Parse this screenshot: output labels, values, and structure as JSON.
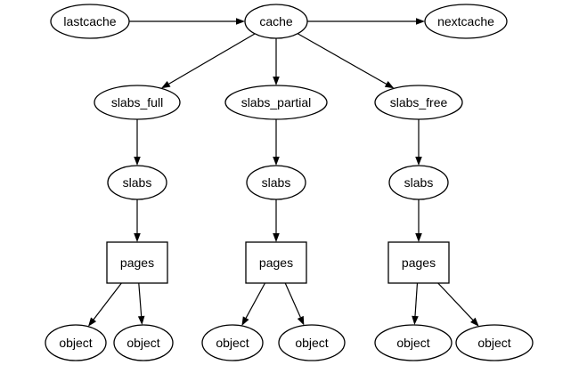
{
  "nodes": [
    {
      "id": "lastcache",
      "label": "lastcache",
      "shape": "ellipse"
    },
    {
      "id": "cache",
      "label": "cache",
      "shape": "ellipse"
    },
    {
      "id": "nextcache",
      "label": "nextcache",
      "shape": "ellipse"
    },
    {
      "id": "slabs_full",
      "label": "slabs_full",
      "shape": "ellipse"
    },
    {
      "id": "slabs_partial",
      "label": "slabs_partial",
      "shape": "ellipse"
    },
    {
      "id": "slabs_free",
      "label": "slabs_free",
      "shape": "ellipse"
    },
    {
      "id": "slabs_1",
      "label": "slabs",
      "shape": "ellipse"
    },
    {
      "id": "slabs_2",
      "label": "slabs",
      "shape": "ellipse"
    },
    {
      "id": "slabs_3",
      "label": "slabs",
      "shape": "ellipse"
    },
    {
      "id": "pages_1",
      "label": "pages",
      "shape": "box"
    },
    {
      "id": "pages_2",
      "label": "pages",
      "shape": "box"
    },
    {
      "id": "pages_3",
      "label": "pages",
      "shape": "box"
    },
    {
      "id": "object_1",
      "label": "object",
      "shape": "ellipse"
    },
    {
      "id": "object_2",
      "label": "object",
      "shape": "ellipse"
    },
    {
      "id": "object_3",
      "label": "object",
      "shape": "ellipse"
    },
    {
      "id": "object_4",
      "label": "object",
      "shape": "ellipse"
    },
    {
      "id": "object_5",
      "label": "object",
      "shape": "ellipse"
    },
    {
      "id": "object_6",
      "label": "object",
      "shape": "ellipse"
    }
  ],
  "edges": [
    {
      "from": "lastcache",
      "to": "cache"
    },
    {
      "from": "cache",
      "to": "nextcache"
    },
    {
      "from": "cache",
      "to": "slabs_full"
    },
    {
      "from": "cache",
      "to": "slabs_partial"
    },
    {
      "from": "cache",
      "to": "slabs_free"
    },
    {
      "from": "slabs_full",
      "to": "slabs_1"
    },
    {
      "from": "slabs_partial",
      "to": "slabs_2"
    },
    {
      "from": "slabs_free",
      "to": "slabs_3"
    },
    {
      "from": "slabs_1",
      "to": "pages_1"
    },
    {
      "from": "slabs_2",
      "to": "pages_2"
    },
    {
      "from": "slabs_3",
      "to": "pages_3"
    },
    {
      "from": "pages_1",
      "to": "object_1"
    },
    {
      "from": "pages_1",
      "to": "object_2"
    },
    {
      "from": "pages_2",
      "to": "object_3"
    },
    {
      "from": "pages_2",
      "to": "object_4"
    },
    {
      "from": "pages_3",
      "to": "object_5"
    },
    {
      "from": "pages_3",
      "to": "object_6"
    }
  ],
  "colors": {
    "stroke": "#000000",
    "fill": "#ffffff",
    "text": "#000000"
  }
}
